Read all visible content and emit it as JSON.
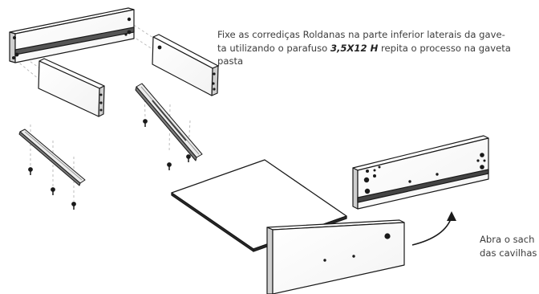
{
  "instruction": {
    "line1": "Fixe as corrediças Roldanas na parte inferior laterais da gave-",
    "line2_prefix": "ta utilizando o parafuso ",
    "line2_bold": "3,5X12 H",
    "line2_suffix": " repita o processo na gaveta",
    "line3": "pasta"
  },
  "side_note": {
    "line1": "Abra o sach",
    "line2": "das cavilhas"
  }
}
